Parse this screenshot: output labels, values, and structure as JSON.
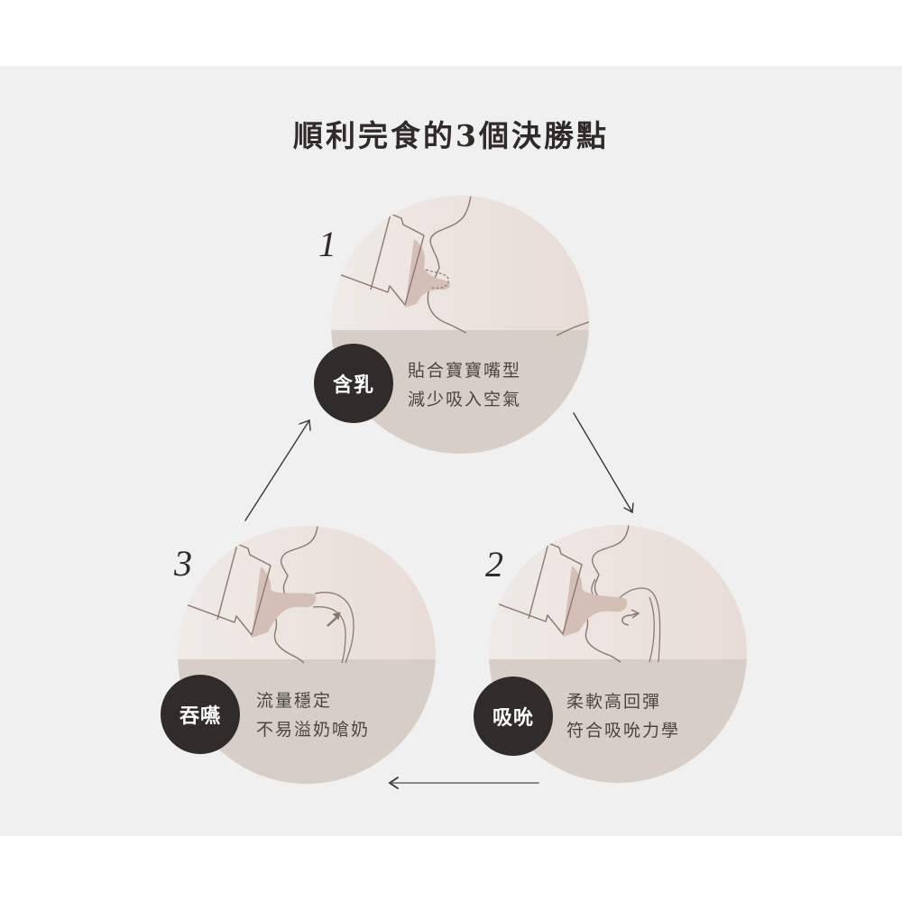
{
  "title": "順利完食的3個決勝點",
  "colors": {
    "background": "#f0f0f0",
    "circle_top_left": "#eee8e5",
    "circle_top_right": "#e9ddd7",
    "circle_bottom": "#d8cec8",
    "nipple": "#d4bfb7",
    "line": "#8a7870",
    "badge": "#2f2c2a",
    "arrow": "#3a3836"
  },
  "steps": [
    {
      "number": "1",
      "badge": "含乳",
      "lines": [
        "貼合寶寶嘴型",
        "減少吸入空氣"
      ]
    },
    {
      "number": "2",
      "badge": "吸吮",
      "lines": [
        "柔軟高回彈",
        "符合吸吮力學"
      ]
    },
    {
      "number": "3",
      "badge": "吞嚥",
      "lines": [
        "流量穩定",
        "不易溢奶嗆奶"
      ]
    }
  ],
  "flow_arrows": [
    {
      "from": "1",
      "to": "2",
      "direction": "down-right"
    },
    {
      "from": "2",
      "to": "3",
      "direction": "left"
    },
    {
      "from": "3",
      "to": "1",
      "direction": "up-right"
    }
  ]
}
